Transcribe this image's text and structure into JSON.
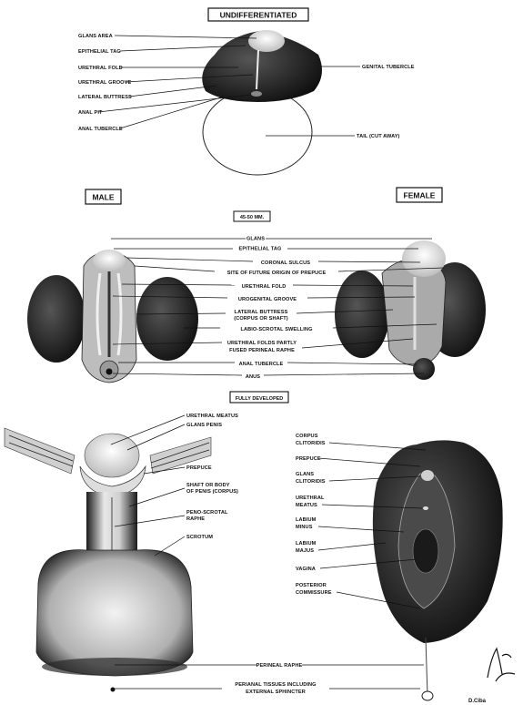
{
  "headings": {
    "undifferentiated": "UNDIFFERENTIATED",
    "male": "MALE",
    "female": "FEMALE",
    "stage": "45-50 MM.",
    "fully_developed": "FULLY DEVELOPED"
  },
  "undifferentiated_labels": {
    "glans_area": "GLANS AREA",
    "epithelial_tag": "EPITHELIAL TAG",
    "urethral_fold": "URETHRAL FOLD",
    "urethral_groove": "URETHRAL GROOVE",
    "lateral_buttress": "LATERAL BUTTRESS",
    "anal_pit": "ANAL PIT",
    "anal_tubercle": "ANAL TUBERCLE",
    "genital_tubercle": "GENITAL TUBERCLE",
    "tail": "TAIL (CUT AWAY)"
  },
  "middle_labels": {
    "glans": "GLANS",
    "epithelial_tag": "EPITHELIAL TAG",
    "coronal_sulcus": "CORONAL SULCUS",
    "site_prepuce": "SITE OF FUTURE ORIGIN OF PREPUCE",
    "urethral_fold": "URETHRAL FOLD",
    "urogenital_groove": "UROGENITAL GROOVE",
    "lateral_buttress_1": "LATERAL BUTTRESS",
    "lateral_buttress_2": "(CORPUS OR SHAFT)",
    "labioscrotal": "LABIO-SCROTAL SWELLING",
    "urethral_folds_1": "URETHRAL FOLDS PARTLY",
    "urethral_folds_2": "FUSED PERINEAL RAPHE",
    "anal_tubercle": "ANAL TUBERCLE",
    "anus": "ANUS"
  },
  "male_labels": {
    "urethral_meatus": "URETHRAL MEATUS",
    "glans_penis": "GLANS PENIS",
    "prepuce": "PREPUCE",
    "shaft_1": "SHAFT OR BODY",
    "shaft_2": "OF PENIS (CORPUS)",
    "penoscrotal_1": "PENO-SCROTAL",
    "penoscrotal_2": "RAPHE",
    "scrotum": "SCROTUM"
  },
  "female_labels": {
    "corpus_clitoridis_1": "CORPUS",
    "corpus_clitoridis_2": "CLITORIDIS",
    "prepuce": "PREPUCE",
    "glans_clitoridis_1": "GLANS",
    "glans_clitoridis_2": "CLITORIDIS",
    "urethral_meatus_1": "URETHRAL",
    "urethral_meatus_2": "MEATUS",
    "labium_minus_1": "LABIUM",
    "labium_minus_2": "MINUS",
    "labium_majus_1": "LABIUM",
    "labium_majus_2": "MAJUS",
    "vagina": "VAGINA",
    "posterior_commissure_1": "POSTERIOR",
    "posterior_commissure_2": "COMMISSURE"
  },
  "bottom_labels": {
    "perineal_raphe": "PERINEAL RAPHE",
    "anal_1": "PERIANAL TISSUES INCLUDING",
    "anal_2": "EXTERNAL SPHINCTER"
  },
  "credit": "D.Ciba",
  "colors": {
    "ink": "#111111",
    "dark_tissue": "#1a1a1a",
    "mid_tissue": "#6e6e6e",
    "light_tissue": "#d8d8d8",
    "paper": "#ffffff"
  }
}
